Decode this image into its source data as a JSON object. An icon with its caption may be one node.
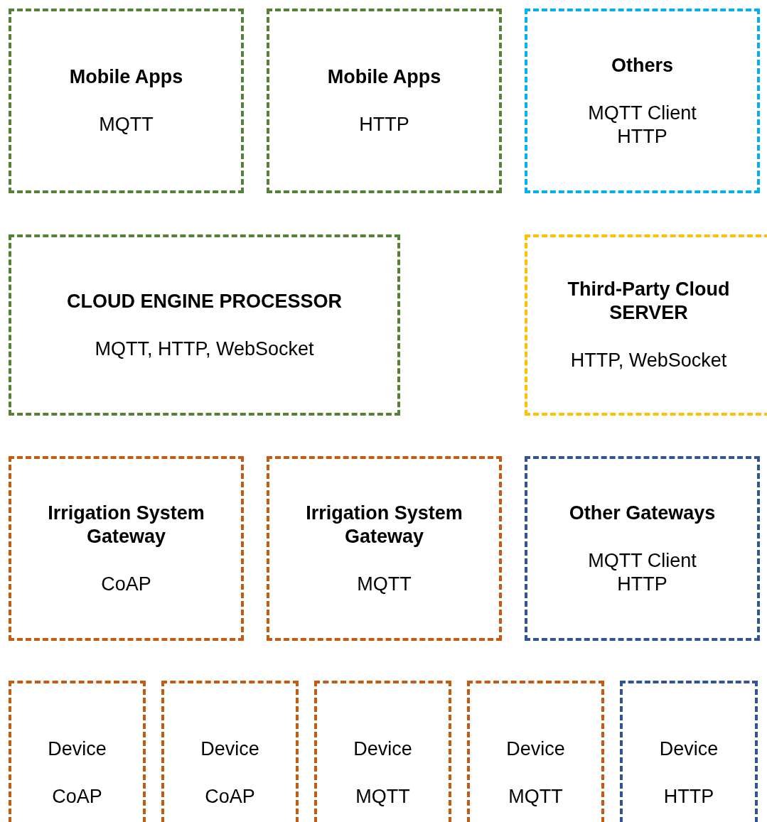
{
  "diagram": {
    "nodes": [
      {
        "text": [
          "Mobile Apps",
          "MQTT"
        ]
      },
      {
        "text": [
          "Mobile Apps",
          "HTTP"
        ]
      },
      {
        "text": [
          "Others",
          "MQTT Client",
          "HTTP"
        ]
      },
      {
        "text": [
          "CLOUD ENGINE PROCESSOR",
          "MQTT, HTTP, WebSocket"
        ]
      },
      {
        "text": [
          "Third-Party Cloud SERVER",
          "HTTP, WebSocket"
        ]
      },
      {
        "text": [
          "Irrigation System Gateway",
          "CoAP"
        ]
      },
      {
        "text": [
          "Irrigation System Gateway",
          "MQTT"
        ]
      },
      {
        "text": [
          "Other Gateways",
          "MQTT Client",
          "HTTP"
        ]
      },
      {
        "text": [
          "Device",
          "CoAP"
        ]
      },
      {
        "text": [
          "Device",
          "CoAP"
        ]
      },
      {
        "text": [
          "Device",
          "MQTT"
        ]
      },
      {
        "text": [
          "Device",
          "MQTT"
        ]
      },
      {
        "text": [
          "Device",
          "HTTP"
        ]
      }
    ],
    "edges": []
  }
}
